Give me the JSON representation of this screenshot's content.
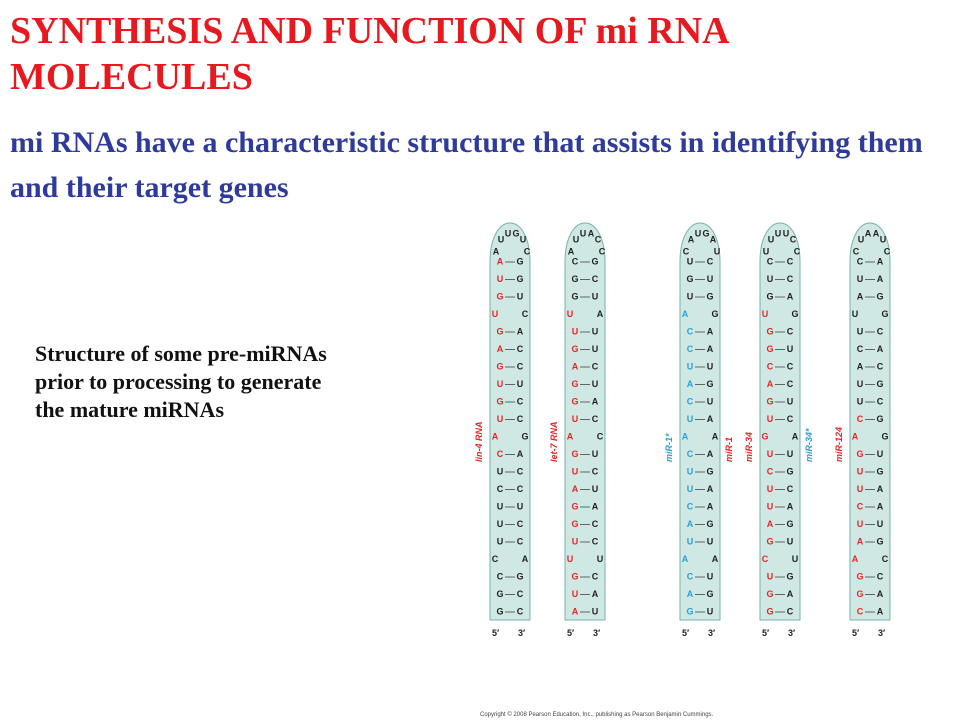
{
  "slide": {
    "title": "SYNTHESIS AND FUNCTION OF mi RNA MOLECULES",
    "subtitle": "mi RNAs have a characteristic structure that assists in identifying them and their target genes",
    "caption_lines": [
      "Structure of some pre-miRNAs",
      "prior to processing to generate",
      "the mature miRNAs"
    ]
  },
  "figure": {
    "copyright": "Copyright © 2008 Pearson Education, Inc., publishing as Pearson Benjamin Cummings.",
    "colors": {
      "stem_fill": "#cfe8e4",
      "red": "#e52727",
      "blue": "#2aa0d8",
      "black": "#222222"
    },
    "hairpins": [
      {
        "name": "lin-4 RNA",
        "label_color": "red",
        "loop": [
          "A",
          "U",
          "U",
          "G",
          "U",
          "C"
        ],
        "left": [
          "A",
          "U",
          "G",
          "U",
          "G",
          "A",
          "G",
          "U",
          "G",
          "U",
          "A",
          "C",
          "U",
          "C",
          "U",
          "U",
          "U",
          "C",
          "C",
          "G",
          "G"
        ],
        "right": [
          "G",
          "G",
          "U",
          "C",
          "A",
          "C",
          "C",
          "U",
          "C",
          "C",
          "G",
          "A",
          "C",
          "C",
          "U",
          "C",
          "C",
          "A",
          "G",
          "C",
          "C"
        ],
        "left_colors": "rrrrrrrrrrrrkkkkkkkkk",
        "five": "5′",
        "three": "3′"
      },
      {
        "name": "let-7 RNA",
        "label_color": "red",
        "loop": [
          "A",
          "U",
          "U",
          "A",
          "C",
          "C"
        ],
        "left": [
          "C",
          "G",
          "G",
          "U",
          "U",
          "G",
          "A",
          "G",
          "G",
          "U",
          "A",
          "G",
          "U",
          "A",
          "G",
          "G",
          "U",
          "U",
          "G",
          "U",
          "A"
        ],
        "right": [
          "G",
          "C",
          "U",
          "A",
          "U",
          "U",
          "C",
          "U",
          "A",
          "C",
          "C",
          "U",
          "C",
          "U",
          "A",
          "C",
          "C",
          "U",
          "C",
          "A",
          "U"
        ],
        "left_colors": "kkkrrrrrrrrrrrrrrrrrr",
        "five": "5′",
        "three": "3′"
      },
      {
        "name": "miR-1*",
        "label_color": "blue",
        "name2": "miR-1",
        "label_color2": "red",
        "loop": [
          "C",
          "A",
          "U",
          "G",
          "A",
          "U"
        ],
        "left": [
          "U",
          "G",
          "U",
          "A",
          "C",
          "C",
          "U",
          "A",
          "C",
          "U",
          "A",
          "C",
          "U",
          "U",
          "C",
          "A",
          "U",
          "A",
          "C",
          "A",
          "G"
        ],
        "right": [
          "C",
          "U",
          "G",
          "G",
          "A",
          "A",
          "U",
          "G",
          "U",
          "A",
          "A",
          "A",
          "G",
          "A",
          "A",
          "G",
          "U",
          "A",
          "U",
          "G",
          "U"
        ],
        "left_colors": "kkkbbbbbbbbbbbbbbbbbb",
        "five": "5′",
        "three": "3′"
      },
      {
        "name": "miR-34",
        "label_color": "red",
        "name2": "miR-34*",
        "label_color2": "blue",
        "loop": [
          "U",
          "U",
          "U",
          "U",
          "C",
          "C"
        ],
        "left": [
          "C",
          "U",
          "G",
          "U",
          "G",
          "G",
          "C",
          "A",
          "G",
          "U",
          "G",
          "U",
          "C",
          "U",
          "U",
          "A",
          "G",
          "C",
          "U",
          "G",
          "G"
        ],
        "right": [
          "C",
          "C",
          "A",
          "G",
          "C",
          "U",
          "C",
          "C",
          "U",
          "C",
          "A",
          "U",
          "G",
          "C",
          "A",
          "G",
          "U",
          "U",
          "G",
          "A",
          "C"
        ],
        "left_colors": "kkkrrrrrrrrrrrrrrrrrr",
        "five": "5′",
        "three": "3′"
      },
      {
        "name": "miR-124",
        "label_color": "red",
        "loop": [
          "C",
          "U",
          "A",
          "A",
          "U",
          "C"
        ],
        "left": [
          "C",
          "U",
          "A",
          "U",
          "U",
          "C",
          "A",
          "U",
          "U",
          "C",
          "A",
          "G",
          "U",
          "U",
          "C",
          "U",
          "A",
          "A",
          "G",
          "G",
          "C"
        ],
        "right": [
          "A",
          "A",
          "G",
          "G",
          "C",
          "A",
          "C",
          "G",
          "C",
          "G",
          "G",
          "U",
          "G",
          "A",
          "A",
          "U",
          "G",
          "C",
          "C",
          "A",
          "A"
        ],
        "left_colors": "kkkkkkkkkrrrrrrrrrrrr",
        "five": "5′",
        "three": "3′"
      }
    ]
  }
}
